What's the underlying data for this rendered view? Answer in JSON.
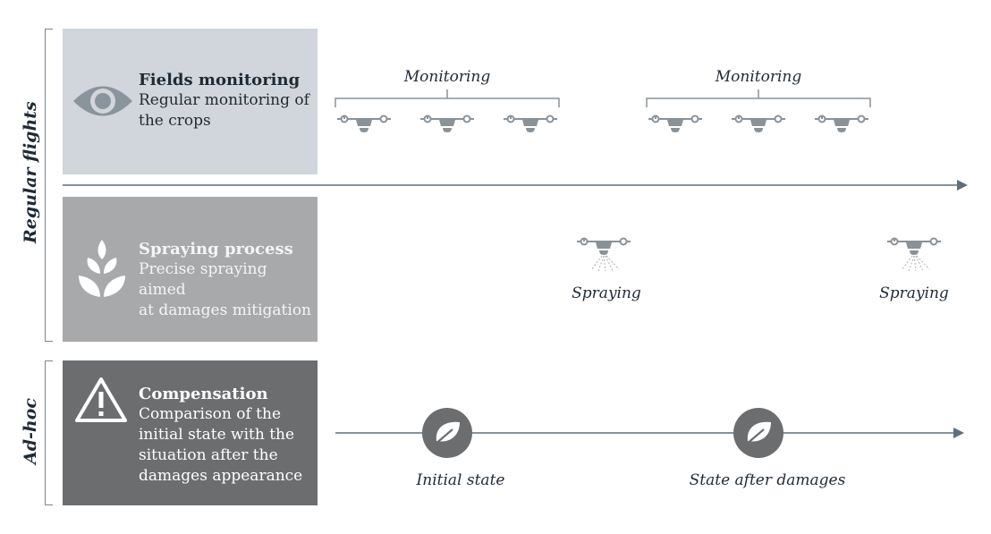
{
  "side_labels": {
    "regular": "Regular flights",
    "adhoc": "Ad-hoc"
  },
  "panels": {
    "monitoring": {
      "title": "Fields monitoring",
      "description_line1": "Regular monitoring of",
      "description_line2": "the crops",
      "icon": "eye-icon",
      "color": "#d0d6db"
    },
    "spraying": {
      "title": "Spraying process",
      "description_line1": "Precise spraying aimed",
      "description_line2": "at damages mitigation",
      "icon": "wheat-icon",
      "color": "#a7a9ab"
    },
    "compensation": {
      "title": "Compensation",
      "description_line1": "Comparison of the",
      "description_line2": "initial state with the",
      "description_line3": "situation after the",
      "description_line4": "damages appearance",
      "icon": "warning-icon",
      "color": "#6b6d6f"
    }
  },
  "timeline_labels": {
    "monitoring_1": "Monitoring",
    "monitoring_2": "Monitoring",
    "spraying_1": "Spraying",
    "spraying_2": "Spraying",
    "initial_state": "Initial state",
    "state_after": "State after damages"
  },
  "colors": {
    "line": "#5f6e7c",
    "drone": "#8a9298",
    "leaf_circle": "#6b6d6f"
  }
}
